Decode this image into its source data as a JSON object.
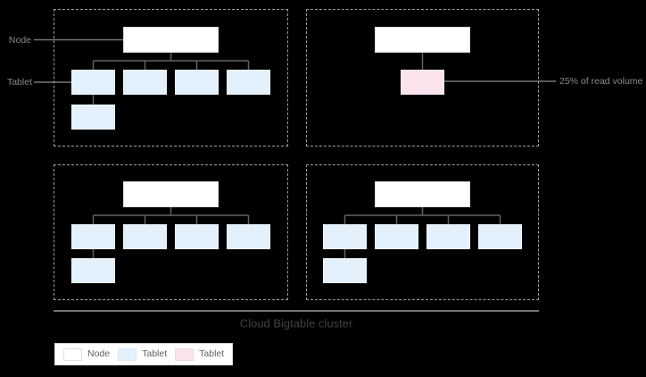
{
  "title": "Cloud Bigtable cluster",
  "callouts": {
    "node_label": "Node",
    "tablet_label": "Tablet",
    "read_volume_label": "25% of read volume"
  },
  "legend": {
    "items": [
      {
        "label": "Node",
        "swatch": "node-swatch",
        "color": "#ffffff"
      },
      {
        "label": "Tablet",
        "swatch": "tablet-swatch",
        "color": "#e2f1fb"
      },
      {
        "label": "Tablet",
        "swatch": "hot-tablet-swatch",
        "color": "#fae3ec"
      }
    ]
  },
  "colors": {
    "background": "#000000",
    "node_fill": "#ffffff",
    "tablet_fill": "#e2f1fb",
    "hot_tablet_fill": "#fae3ec",
    "connector": "#5f6368",
    "leader_line": "#757575",
    "dashed_border": "#9e9e9e",
    "callout_text": "#8a8a8a",
    "title_text": "#3c4043"
  },
  "diagram": {
    "quadrants": [
      {
        "position": "top-left",
        "nodes": 1,
        "tablets": 5,
        "hot_tablets": 0
      },
      {
        "position": "top-right",
        "nodes": 1,
        "tablets": 0,
        "hot_tablets": 1,
        "annotation": "25% of read volume"
      },
      {
        "position": "bottom-left",
        "nodes": 1,
        "tablets": 5,
        "hot_tablets": 0
      },
      {
        "position": "bottom-right",
        "nodes": 1,
        "tablets": 5,
        "hot_tablets": 0
      }
    ]
  }
}
